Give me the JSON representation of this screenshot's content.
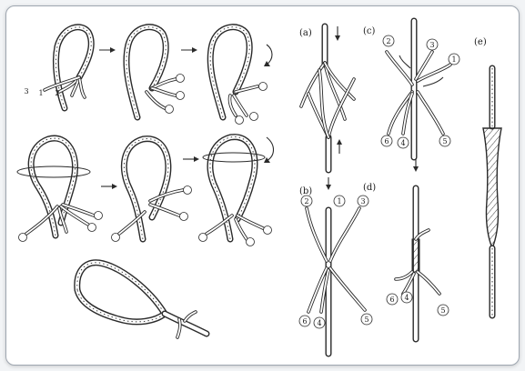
{
  "panels": {
    "a": "(a)",
    "b": "(b)",
    "c": "(c)",
    "d": "(d)",
    "e": "(e)"
  },
  "strand_marks": {
    "s1": "1",
    "s2": "2",
    "s3": "3",
    "s4": "4",
    "s5": "5",
    "s6": "6"
  }
}
